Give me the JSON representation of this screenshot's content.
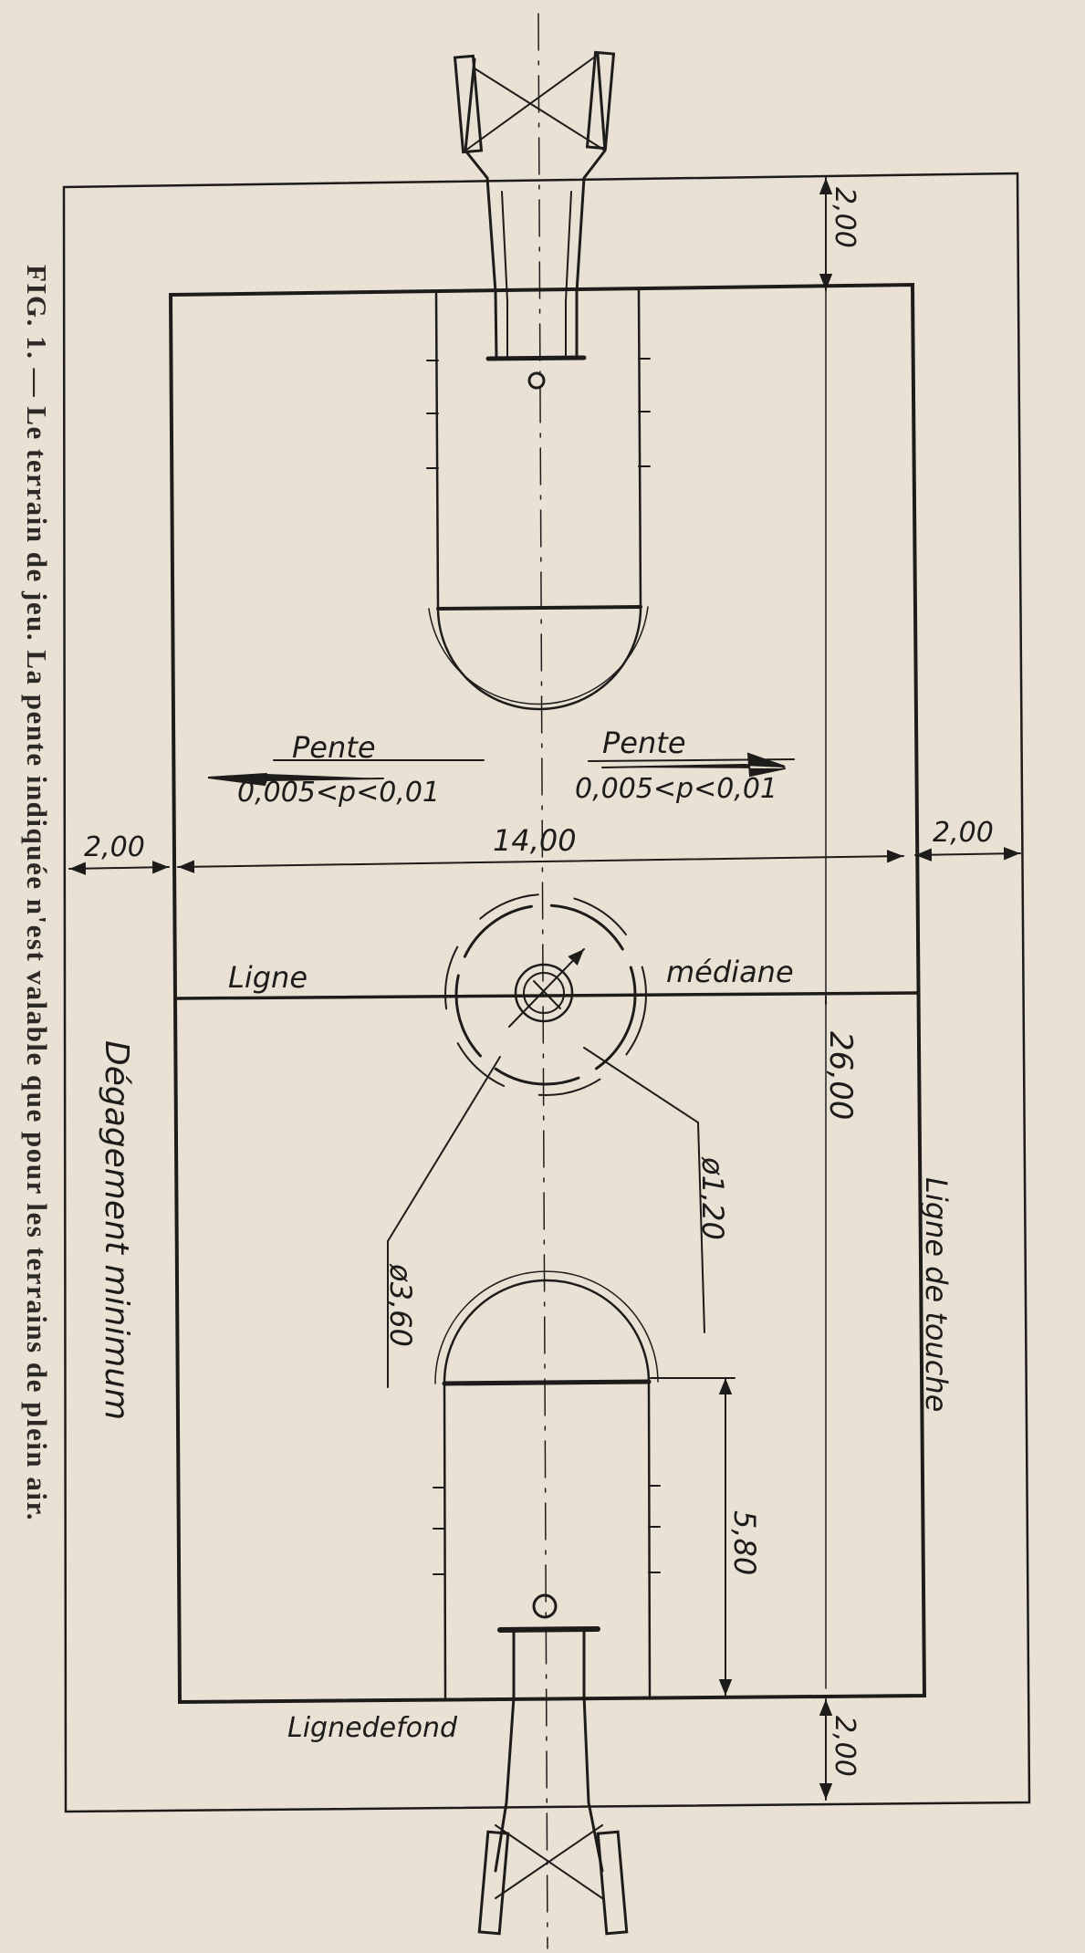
{
  "caption": "FIG. 1. — Le terrain de jeu. La pente indiquée n'est valable que pour les terrains de plein air.",
  "labels": {
    "pente": "Pente",
    "slope_range_left": "0,005<p<0,01",
    "slope_range_right": "0,005<p<0,01",
    "ligne": "Ligne",
    "mediane": "médiane",
    "ligne_de_touche": "Ligne de touche",
    "ligne_de_fond": "Lignedefond",
    "degagement": "Dégagement minimum"
  },
  "dimensions": {
    "clearance_end_top": "2,00",
    "clearance_end_bottom": "2,00",
    "clearance_side_left": "2,00",
    "clearance_side_right": "2,00",
    "width": "14,00",
    "half_length": "26,00",
    "small_circle_diameter": "ø1,20",
    "large_circle_diameter": "ø3,60",
    "key_length": "5,80"
  },
  "colors": {
    "paper": "#e9e2d4",
    "ink": "#1e1c1a"
  }
}
